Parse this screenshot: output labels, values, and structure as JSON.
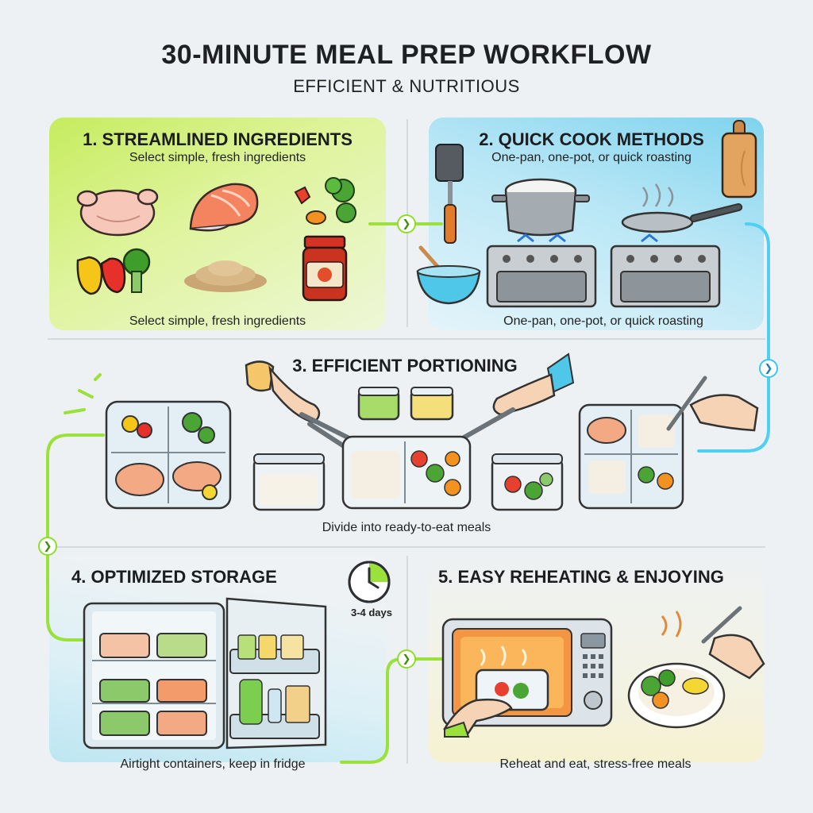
{
  "title": "30-MINUTE MEAL PREP WORKFLOW",
  "subtitle": "EFFICIENT & NUTRITIOUS",
  "steps": [
    {
      "heading": "1. STREAMLINED INGREDIENTS",
      "subtitle": "Select simple, fresh ingredients",
      "caption": "Select simple, fresh ingredients"
    },
    {
      "heading": "2. QUICK COOK METHODS",
      "subtitle": "One-pan, one-pot, or quick roasting",
      "caption": "One-pan, one-pot, or quick roasting"
    },
    {
      "heading": "3. EFFICIENT PORTIONING",
      "caption": "Divide into ready-to-eat meals"
    },
    {
      "heading": "4. OPTIMIZED STORAGE",
      "badge": "3-4 days",
      "caption": "Airtight containers, keep in fridge"
    },
    {
      "heading": "5. EASY REHEATING & ENJOYING",
      "caption": "Reheat and eat, stress-free meals"
    }
  ],
  "colors": {
    "green_accent": "#8fdc2a",
    "blue_accent": "#3cc6ef",
    "panel1": "#c6ec5e",
    "panel2": "#7fd3ee"
  },
  "icons": [
    "chicken-icon",
    "salmon-icon",
    "vegetables-icon",
    "peppers-broccoli-icon",
    "rice-icon",
    "sauce-jar-icon",
    "spatula-icon",
    "cutting-board-icon",
    "pot-icon",
    "pan-icon",
    "stove-icon",
    "bowl-icon",
    "meal-container-icon",
    "tongs-icon",
    "spoon-icon",
    "fridge-icon",
    "clock-icon",
    "microwave-icon",
    "fork-icon",
    "plate-icon"
  ]
}
